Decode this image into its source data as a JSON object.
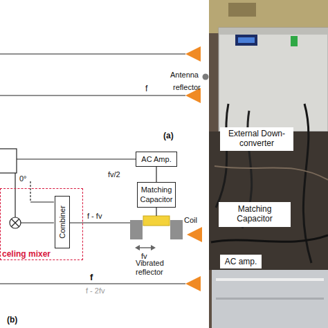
{
  "diagram": {
    "nodes": [
      {
        "text": [
          "AC Amp."
        ]
      },
      {
        "text": [
          "Matching Capacitor"
        ]
      },
      {
        "text": [
          "celing mixer"
        ]
      },
      {
        "text": [
          "Combiner"
        ],
        "in": 2
      },
      {
        "text": [
          "Coil"
        ]
      },
      {
        "text": [
          "External Down- converter"
        ]
      },
      {
        "text": [
          "Matching Capacitor"
        ]
      },
      {
        "text": [
          "AC amp."
        ]
      }
    ],
    "edges": [
      {
        "from": 0,
        "to": 1,
        "arrow": "none"
      },
      {
        "from": 1,
        "to": 4,
        "arrow": "none"
      }
    ],
    "labels": [
      "Antenna",
      "reflector",
      "f",
      "(a)",
      "fv/2",
      "0°",
      "f - fv",
      "fv",
      "Vibrated reflector",
      "f",
      "f - 2fv",
      "(b)"
    ]
  }
}
